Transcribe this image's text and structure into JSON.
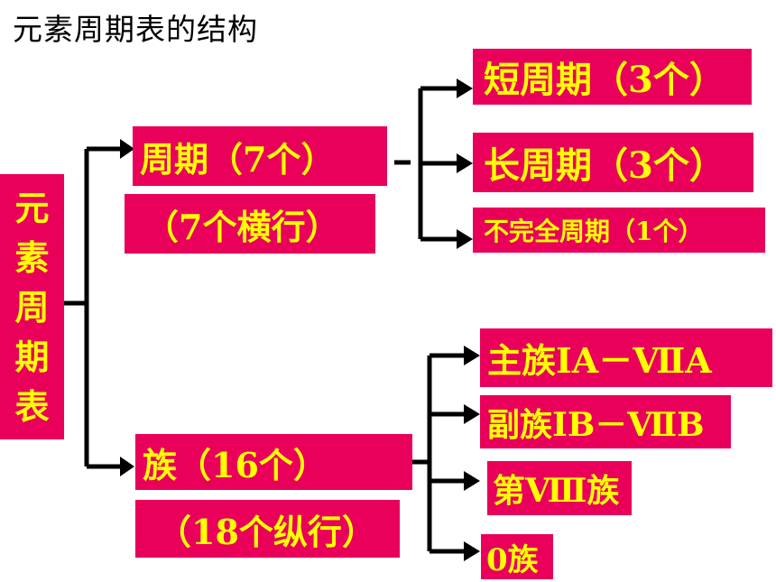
{
  "title": "元素周期表的结构",
  "root": [
    "元",
    "素",
    "周",
    "期",
    "表"
  ],
  "period": {
    "label": "周期（7个）",
    "sublabel": "（7个横行）",
    "children": [
      "短周期（3个）",
      "长周期（3个）",
      "不完全周期（1个）"
    ]
  },
  "group": {
    "label": "族（16个）",
    "sublabel": "（18个纵行）",
    "children": [
      "主族ⅠA－ⅦA",
      "副族ⅠB－ⅦB",
      "第Ⅷ族",
      "0族"
    ]
  },
  "colors": {
    "box": "#e8005a",
    "text": "#ffff00",
    "line": "#000000"
  }
}
